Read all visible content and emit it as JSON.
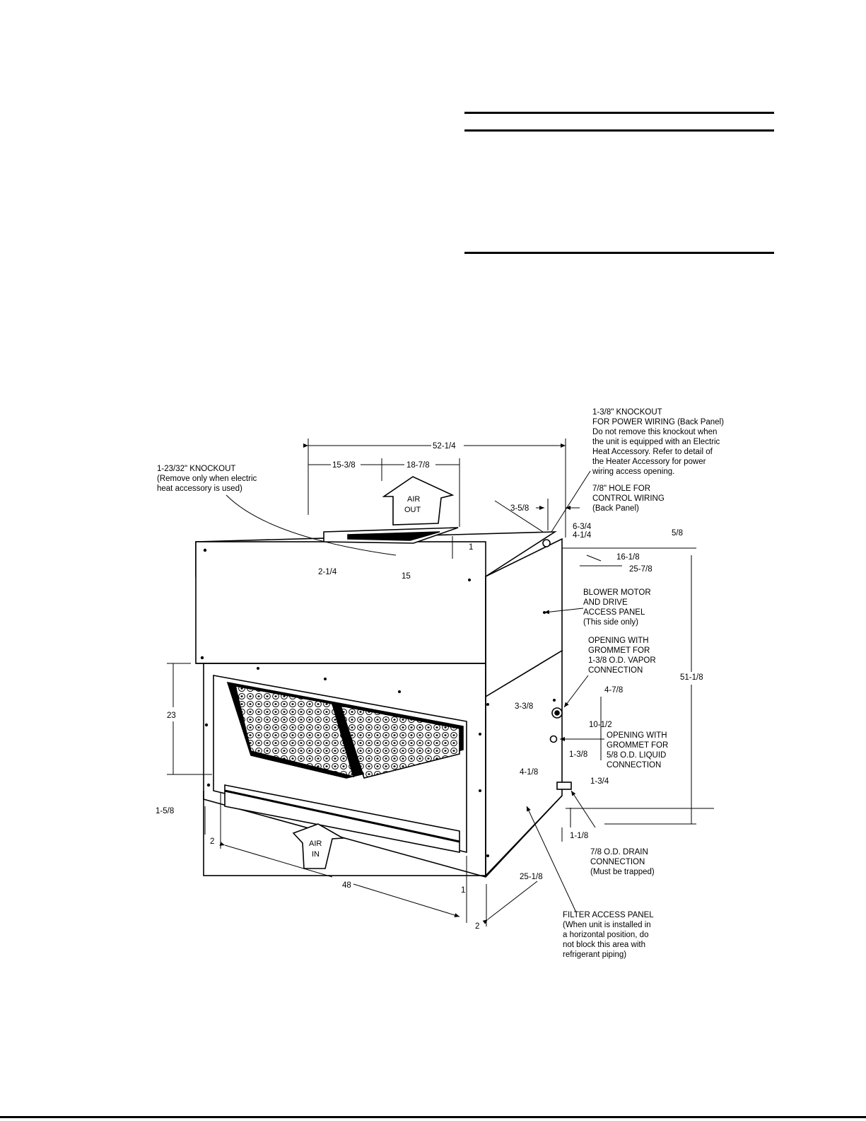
{
  "dimensions": {
    "overall_width": "52-1/4",
    "supply_offset": "15-3/8",
    "supply_width": "18-7/8",
    "supply_height": "1",
    "supply_front_offset": "2-1/4",
    "supply_depth": "15",
    "knockout_offset": "3-5/8",
    "knockout_spacing_a": "6-3/4",
    "knockout_spacing_b": "4-1/4",
    "back_flange": "5/8",
    "hole_height_a": "16-1/8",
    "hole_height_b": "25-7/8",
    "overall_height": "51-1/8",
    "return_height": "23",
    "return_bottom": "1-5/8",
    "return_side": "2",
    "return_width": "48",
    "base_front": "1",
    "base_side": "2",
    "overall_depth": "25-1/8",
    "vapor_offset_side": "3-3/8",
    "vapor_offset_top": "4-7/8",
    "liquid_offset": "10-1/2",
    "liquid_side": "4-1/8",
    "liquid_spacing": "1-3/8",
    "drain_height": "1-3/4",
    "drain_side": "1-1/8"
  },
  "labels": {
    "air_out": [
      "AIR",
      "OUT"
    ],
    "air_in": [
      "AIR",
      "IN"
    ],
    "knockout_electric_heat": [
      "1-23/32\" KNOCKOUT",
      "(Remove  only  when  electric",
      "heat  accessory  is  used)"
    ],
    "knockout_power_wiring": [
      "1-3/8\" KNOCKOUT",
      "FOR POWER WIRING (Back Panel)",
      "Do not remove this knockout when",
      "the unit is equipped with an Electric",
      "Heat Accessory. Refer to detail of",
      "the Heater Accessory for power",
      "wiring access opening."
    ],
    "control_wiring_hole": [
      "7/8\" HOLE FOR",
      "CONTROL WIRING",
      "(Back Panel)"
    ],
    "blower_panel": [
      "BLOWER MOTOR",
      "AND DRIVE",
      "ACCESS PANEL",
      "(This  side  only)"
    ],
    "vapor_connection": [
      "OPENING WITH",
      "GROMMET FOR",
      "1-3/8 O.D. VAPOR",
      "CONNECTION"
    ],
    "liquid_connection": [
      "OPENING WITH",
      "GROMMET FOR",
      "5/8 O.D. LIQUID",
      "CONNECTION"
    ],
    "drain_connection": [
      "7/8 O.D. DRAIN",
      "CONNECTION",
      "(Must be trapped)"
    ],
    "filter_panel": [
      "FILTER ACCESS PANEL",
      "(When unit is installed in",
      "a horizontal position, do",
      "not block this area with",
      "refrigerant piping)"
    ]
  }
}
